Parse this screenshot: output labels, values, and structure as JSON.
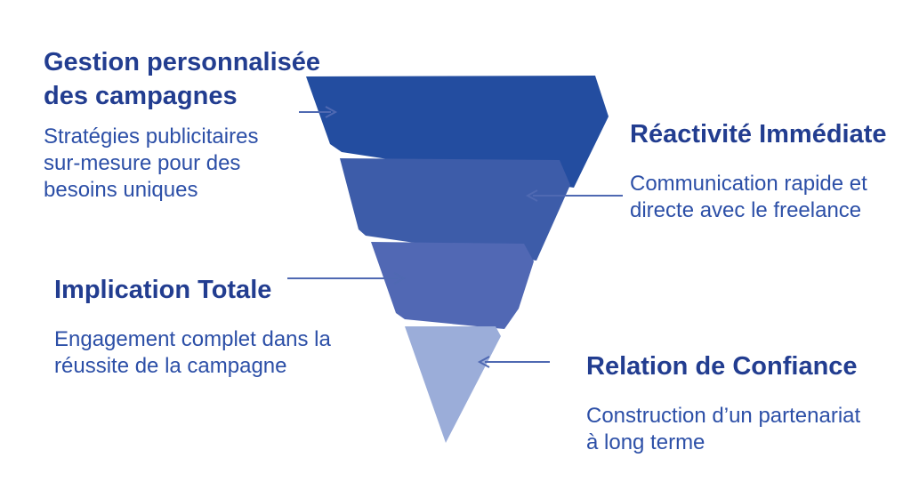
{
  "diagram": {
    "type": "inverted-pyramid-funnel",
    "background": "#ffffff",
    "text_colors": {
      "title": "#223D90",
      "description": "#2C4FA7"
    },
    "arrow_color": "#4F69B2",
    "levels": [
      {
        "rank": 1,
        "title": [
          "Gestion personnalisée",
          "des campagnes"
        ],
        "description": [
          "Stratégies publicitaires",
          "sur-mesure pour des",
          "besoins uniques"
        ],
        "color": "#234DA0",
        "label_side": "left"
      },
      {
        "rank": 2,
        "title": [
          "Réactivité Immédiate"
        ],
        "description": [
          "Communication rapide et",
          "directe avec le freelance"
        ],
        "color": "#3D5CA9",
        "label_side": "right"
      },
      {
        "rank": 3,
        "title": [
          "Implication Totale"
        ],
        "description": [
          "Engagement complet dans la",
          "réussite de la campagne"
        ],
        "color": "#5168B4",
        "label_side": "left"
      },
      {
        "rank": 4,
        "title": [
          "Relation de Confiance"
        ],
        "description": [
          "Construction d’un partenariat",
          "à long terme"
        ],
        "color": "#9BADD9",
        "label_side": "right"
      }
    ]
  }
}
